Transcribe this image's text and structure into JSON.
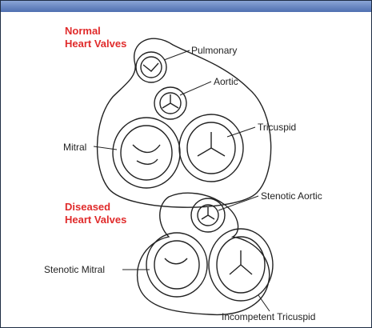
{
  "colors": {
    "title_red": "#e02b2b",
    "line": "#222222",
    "header_bar": "#5b78b8"
  },
  "normal_group": {
    "title_line1": "Normal",
    "title_line2": "Heart Valves",
    "labels": {
      "pulmonary": "Pulmonary",
      "aortic": "Aortic",
      "tricuspid": "Tricuspid",
      "mitral": "Mitral"
    }
  },
  "diseased_group": {
    "title_line1": "Diseased",
    "title_line2": "Heart Valves",
    "labels": {
      "stenotic_aortic": "Stenotic Aortic",
      "stenotic_mitral": "Stenotic Mitral",
      "incompetent_tricuspid": "Incompetent Tricuspid"
    }
  }
}
